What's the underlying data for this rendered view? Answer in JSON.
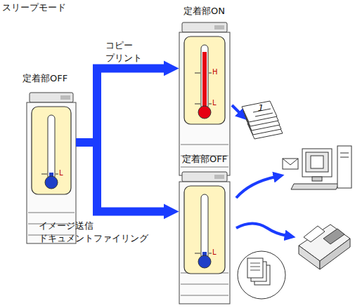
{
  "diagram": {
    "title": "スリープモード",
    "nodes": [
      {
        "text": [
          "定着部OFF"
        ]
      },
      {
        "text": [
          "定着部ON"
        ]
      },
      {
        "text": [
          "定着部OFF"
        ]
      }
    ],
    "edges": [
      {
        "from": 0,
        "to": 1,
        "arrow": "to",
        "label": "コピー プリント"
      },
      {
        "from": 0,
        "to": 2,
        "arrow": "to",
        "label": "イメージ送信 ドキュメントファイリング"
      }
    ],
    "labels": [
      "L",
      "H",
      "L",
      "L",
      "1"
    ]
  }
}
